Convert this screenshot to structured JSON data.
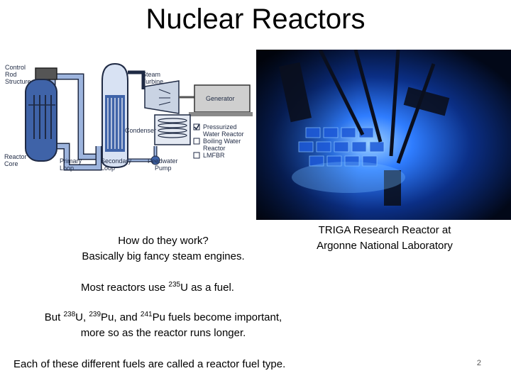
{
  "slide": {
    "title": "Nuclear Reactors",
    "page_number": "2"
  },
  "diagram": {
    "labels": {
      "control_rod": [
        "Control",
        "Rod",
        "Structure"
      ],
      "steam_turbine": [
        "Steam",
        "Turbine"
      ],
      "generator": "Generator",
      "condenser": "Condenser",
      "reactor_core": [
        "Reactor",
        "Core"
      ],
      "primary_loop": [
        "Primary",
        "Loop"
      ],
      "secondary_loop": [
        "Secondary",
        "Loop"
      ],
      "feedwater_pump": [
        "Feedwater",
        "Pump"
      ]
    },
    "legend": [
      {
        "label": [
          "Pressurized",
          "Water Reactor"
        ],
        "checked": true
      },
      {
        "label": [
          "Boiling Water",
          "Reactor"
        ],
        "checked": false
      },
      {
        "label": [
          "LMFBR"
        ],
        "checked": false
      }
    ]
  },
  "photo": {
    "caption_line1": "TRIGA Research Reactor at",
    "caption_line2": "Argonne National Laboratory"
  },
  "body": {
    "how_line1": "How do they work?",
    "how_line2": "Basically big fancy steam engines.",
    "most_prefix": "Most reactors use ",
    "most_iso": "235",
    "most_suffix": "U as a fuel.",
    "but_prefix": "But ",
    "but_iso1": "238",
    "but_mid1": "U, ",
    "but_iso2": "239",
    "but_mid2": "Pu, and ",
    "but_iso3": "241",
    "but_suffix": "Pu fuels become important,",
    "but_line2": "more so as the reactor runs longer.",
    "each_line": "Each of these different fuels are called a reactor fuel type."
  },
  "colors": {
    "reactor_fill": "#3f63a8",
    "loop_pipe": "#9db4dd",
    "loop_outline": "#1f2a44",
    "photo_glow": "#2f7dff"
  }
}
